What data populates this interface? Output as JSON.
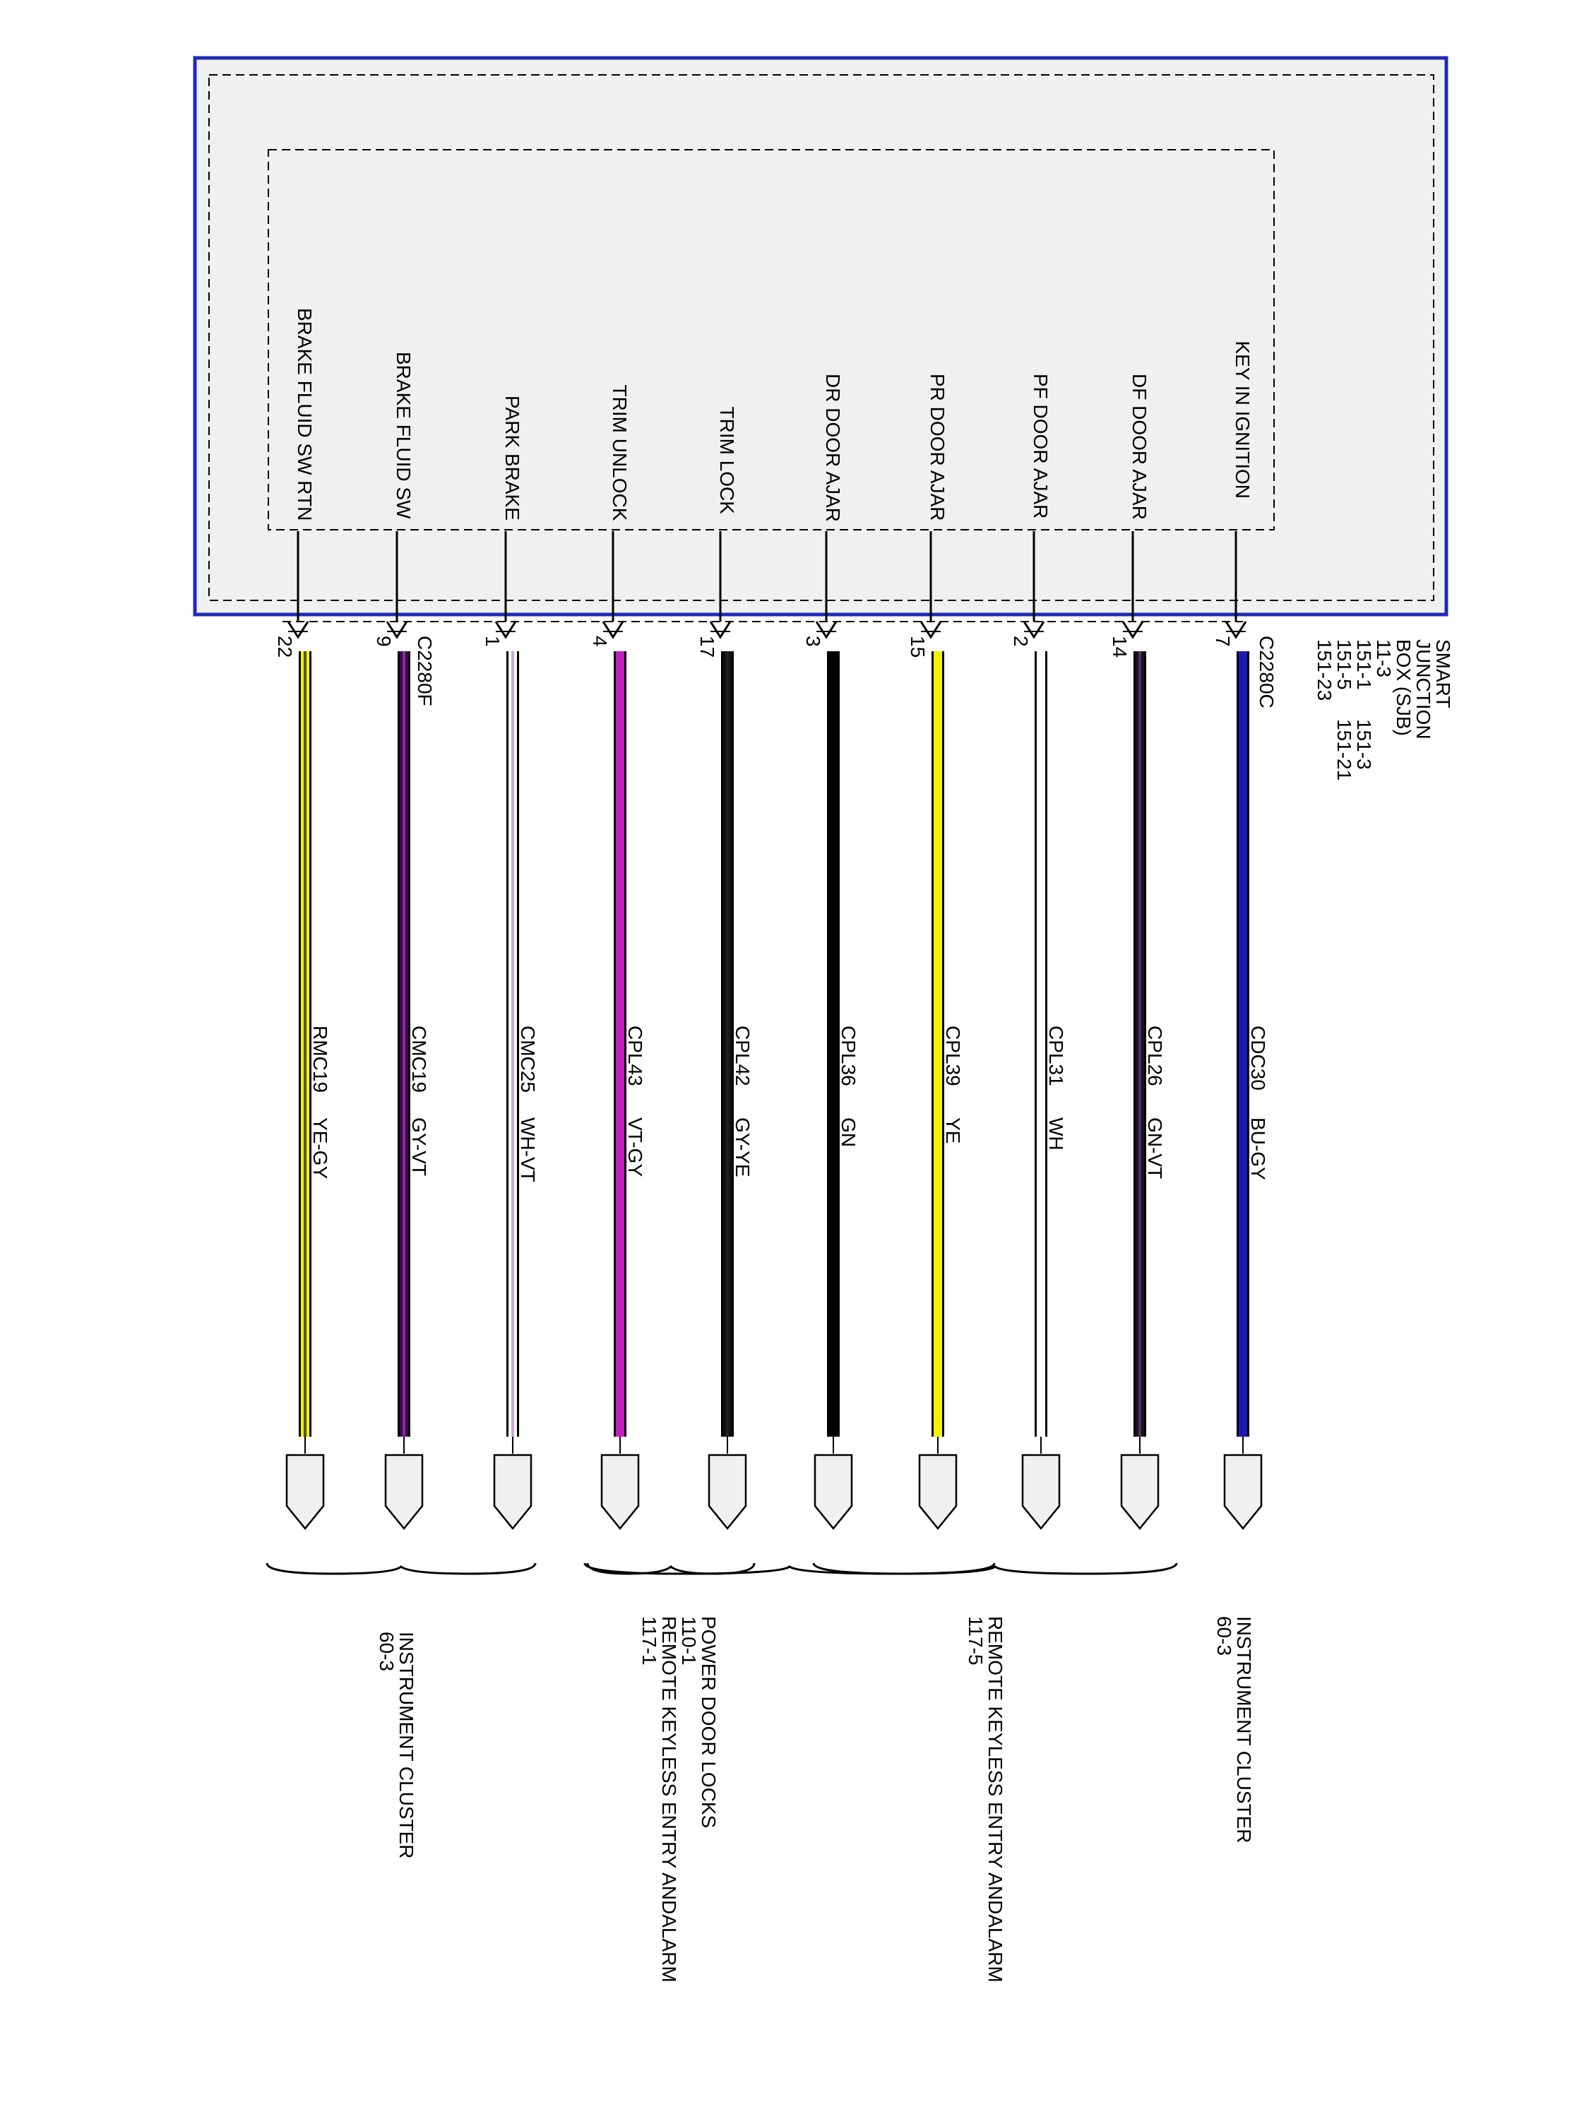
{
  "module": {
    "title_lines": [
      "SMART",
      "JUNCTION",
      "BOX (SJB)"
    ],
    "page_refs_col1": [
      "11-3",
      "151-1",
      "151-5",
      "151-23"
    ],
    "page_refs_col2": [
      "151-3",
      "151-21"
    ],
    "border_color": "#1f2bb8",
    "fill_color": "#f0f0f0"
  },
  "connectors": {
    "upper": "C2280C",
    "lower": "C2280F"
  },
  "circuits": [
    {
      "label": "KEY IN IGNITION",
      "pin": "7",
      "circuit": "CDC30",
      "color_code": "BU-GY",
      "wire_color": "#1a1ab0",
      "stripe": "#1a1ab0"
    },
    {
      "label": "DF DOOR AJAR",
      "pin": "14",
      "circuit": "CPL26",
      "color_code": "GN-VT",
      "wire_color": "#151515",
      "stripe": "#5a2a6a"
    },
    {
      "label": "PF DOOR AJAR",
      "pin": "2",
      "circuit": "CPL31",
      "color_code": "WH",
      "wire_color": "#ffffff",
      "stripe": "#ffffff"
    },
    {
      "label": "PR DOOR AJAR",
      "pin": "15",
      "circuit": "CPL39",
      "color_code": "YE",
      "wire_color": "#f2f200",
      "stripe": "#f2f200"
    },
    {
      "label": "DR DOOR AJAR",
      "pin": "3",
      "circuit": "CPL36",
      "color_code": "GN",
      "wire_color": "#000000",
      "stripe": "#000000"
    },
    {
      "label": "TRIM LOCK",
      "pin": "17",
      "circuit": "CPL42",
      "color_code": "GY-YE",
      "wire_color": "#111111",
      "stripe": "#222222"
    },
    {
      "label": "TRIM UNLOCK",
      "pin": "4",
      "circuit": "CPL43",
      "color_code": "VT-GY",
      "wire_color": "#c020c0",
      "stripe": "#c020c0"
    },
    {
      "label": "PARK BRAKE",
      "pin": "1",
      "circuit": "CMC25",
      "color_code": "WH-VT",
      "wire_color": "#ffffff",
      "stripe": "#c8a8d8"
    },
    {
      "label": "BRAKE FLUID SW",
      "pin": "9",
      "circuit": "CMC19",
      "color_code": "GY-VT",
      "wire_color": "#3a0a4a",
      "stripe": "#8a2aa0"
    },
    {
      "label": "BRAKE FLUID SW RTN",
      "pin": "22",
      "circuit": "RMC19",
      "color_code": "YE-GY",
      "wire_color": "#f2f200",
      "stripe": "#555500"
    }
  ],
  "destinations": [
    {
      "lines": [
        "INSTRUMENT CLUSTER",
        "60-3"
      ]
    },
    {
      "lines": [
        "REMOTE KEYLESS ENTRY ANDALARM",
        "117-5"
      ]
    },
    {
      "lines": [
        "POWER DOOR LOCKS",
        "110-1",
        "REMOTE KEYLESS ENTRY ANDALARM",
        "117-1"
      ]
    },
    {
      "lines": [
        "INSTRUMENT CLUSTER",
        "60-3"
      ]
    }
  ]
}
